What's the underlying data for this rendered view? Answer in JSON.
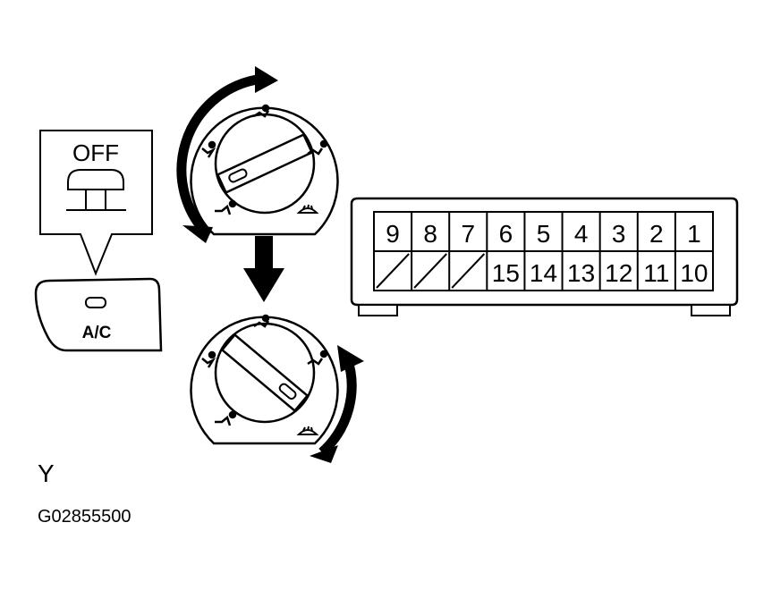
{
  "off_button": {
    "label": "OFF"
  },
  "ac_button": {
    "label": "A/C"
  },
  "connector": {
    "top_row": [
      "9",
      "8",
      "7",
      "6",
      "5",
      "4",
      "3",
      "2",
      "1"
    ],
    "bottom_row": [
      "",
      "",
      "",
      "15",
      "14",
      "13",
      "12",
      "11",
      "10"
    ]
  },
  "view_letter": "Y",
  "figure_code": "G02855500",
  "icons": {
    "dial_modes": [
      "vent-face-icon",
      "bi-level-icon",
      "floor-icon",
      "floor-defrost-icon",
      "defrost-icon"
    ],
    "arrows": [
      "rotate-arrow-icon",
      "down-arrow-icon"
    ]
  }
}
